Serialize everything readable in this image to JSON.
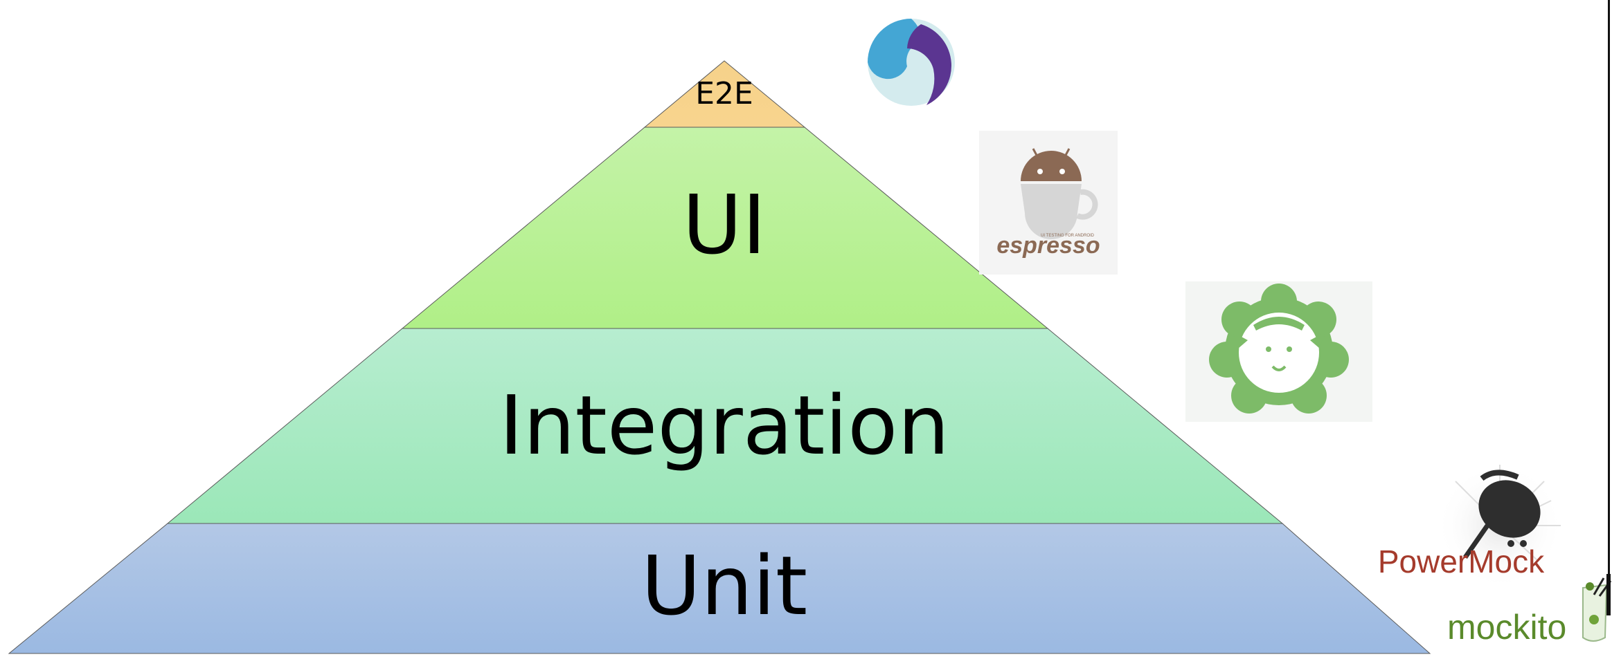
{
  "pyramid": {
    "tiers": [
      {
        "key": "e2e",
        "label": "E2E",
        "fill_top": "#f6d28a",
        "fill_bottom": "#f8d48e"
      },
      {
        "key": "ui",
        "label": "UI",
        "fill_top": "#c4f3a8",
        "fill_bottom": "#b0ef87"
      },
      {
        "key": "integration",
        "label": "Integration",
        "fill_top": "#b7edd0",
        "fill_bottom": "#9be7b8"
      },
      {
        "key": "unit",
        "label": "Unit",
        "fill_top": "#b3c8e6",
        "fill_bottom": "#9bb9e2"
      }
    ]
  },
  "logos": {
    "espresso": {
      "text": "espresso",
      "tagline": "UI TESTING FOR ANDROID",
      "color": "#8b6954"
    },
    "powermock": {
      "text": "PowerMock",
      "color": "#a53b2c"
    },
    "mockito": {
      "text": "mockito",
      "color_green": "#5a8a2b",
      "color_dark": "#222222"
    },
    "colors": {
      "robolectric_blue": "#44a6d4",
      "robolectric_purple": "#5b3591",
      "robolectric_light": "#d4ebee",
      "sheep_green": "#7dbb68",
      "espresso_brown": "#8b6954"
    }
  }
}
